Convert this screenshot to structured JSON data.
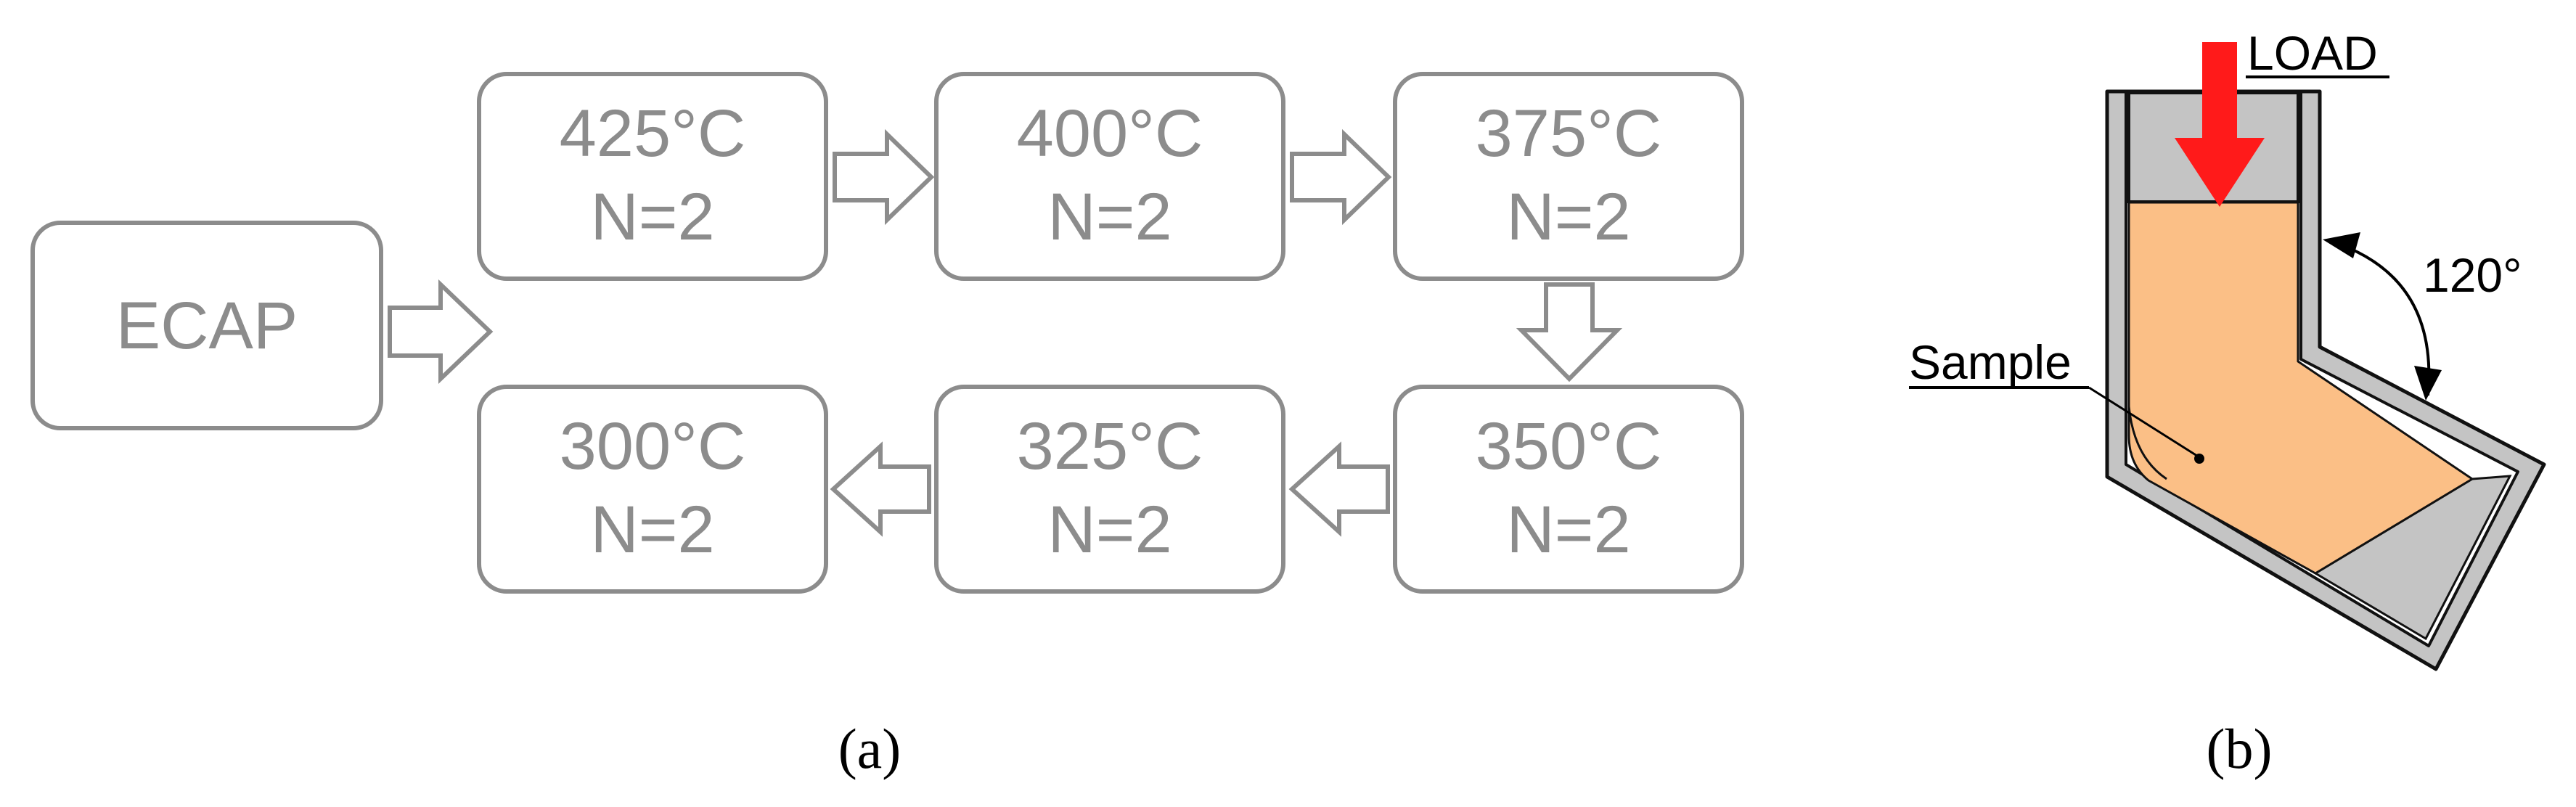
{
  "panel_a": {
    "start": "ECAP",
    "steps": [
      {
        "temp": "425°C",
        "passes": "N=2"
      },
      {
        "temp": "400°C",
        "passes": "N=2"
      },
      {
        "temp": "375°C",
        "passes": "N=2"
      },
      {
        "temp": "350°C",
        "passes": "N=2"
      },
      {
        "temp": "325°C",
        "passes": "N=2"
      },
      {
        "temp": "300°C",
        "passes": "N=2"
      }
    ],
    "caption": "(a)"
  },
  "panel_b": {
    "load_label": "LOAD",
    "angle_label": "120°",
    "sample_label": "Sample",
    "caption": "(b)",
    "colors": {
      "die": "#c4c4c4",
      "sample": "#fbbf86",
      "load_arrow": "#ff1a1a"
    }
  }
}
